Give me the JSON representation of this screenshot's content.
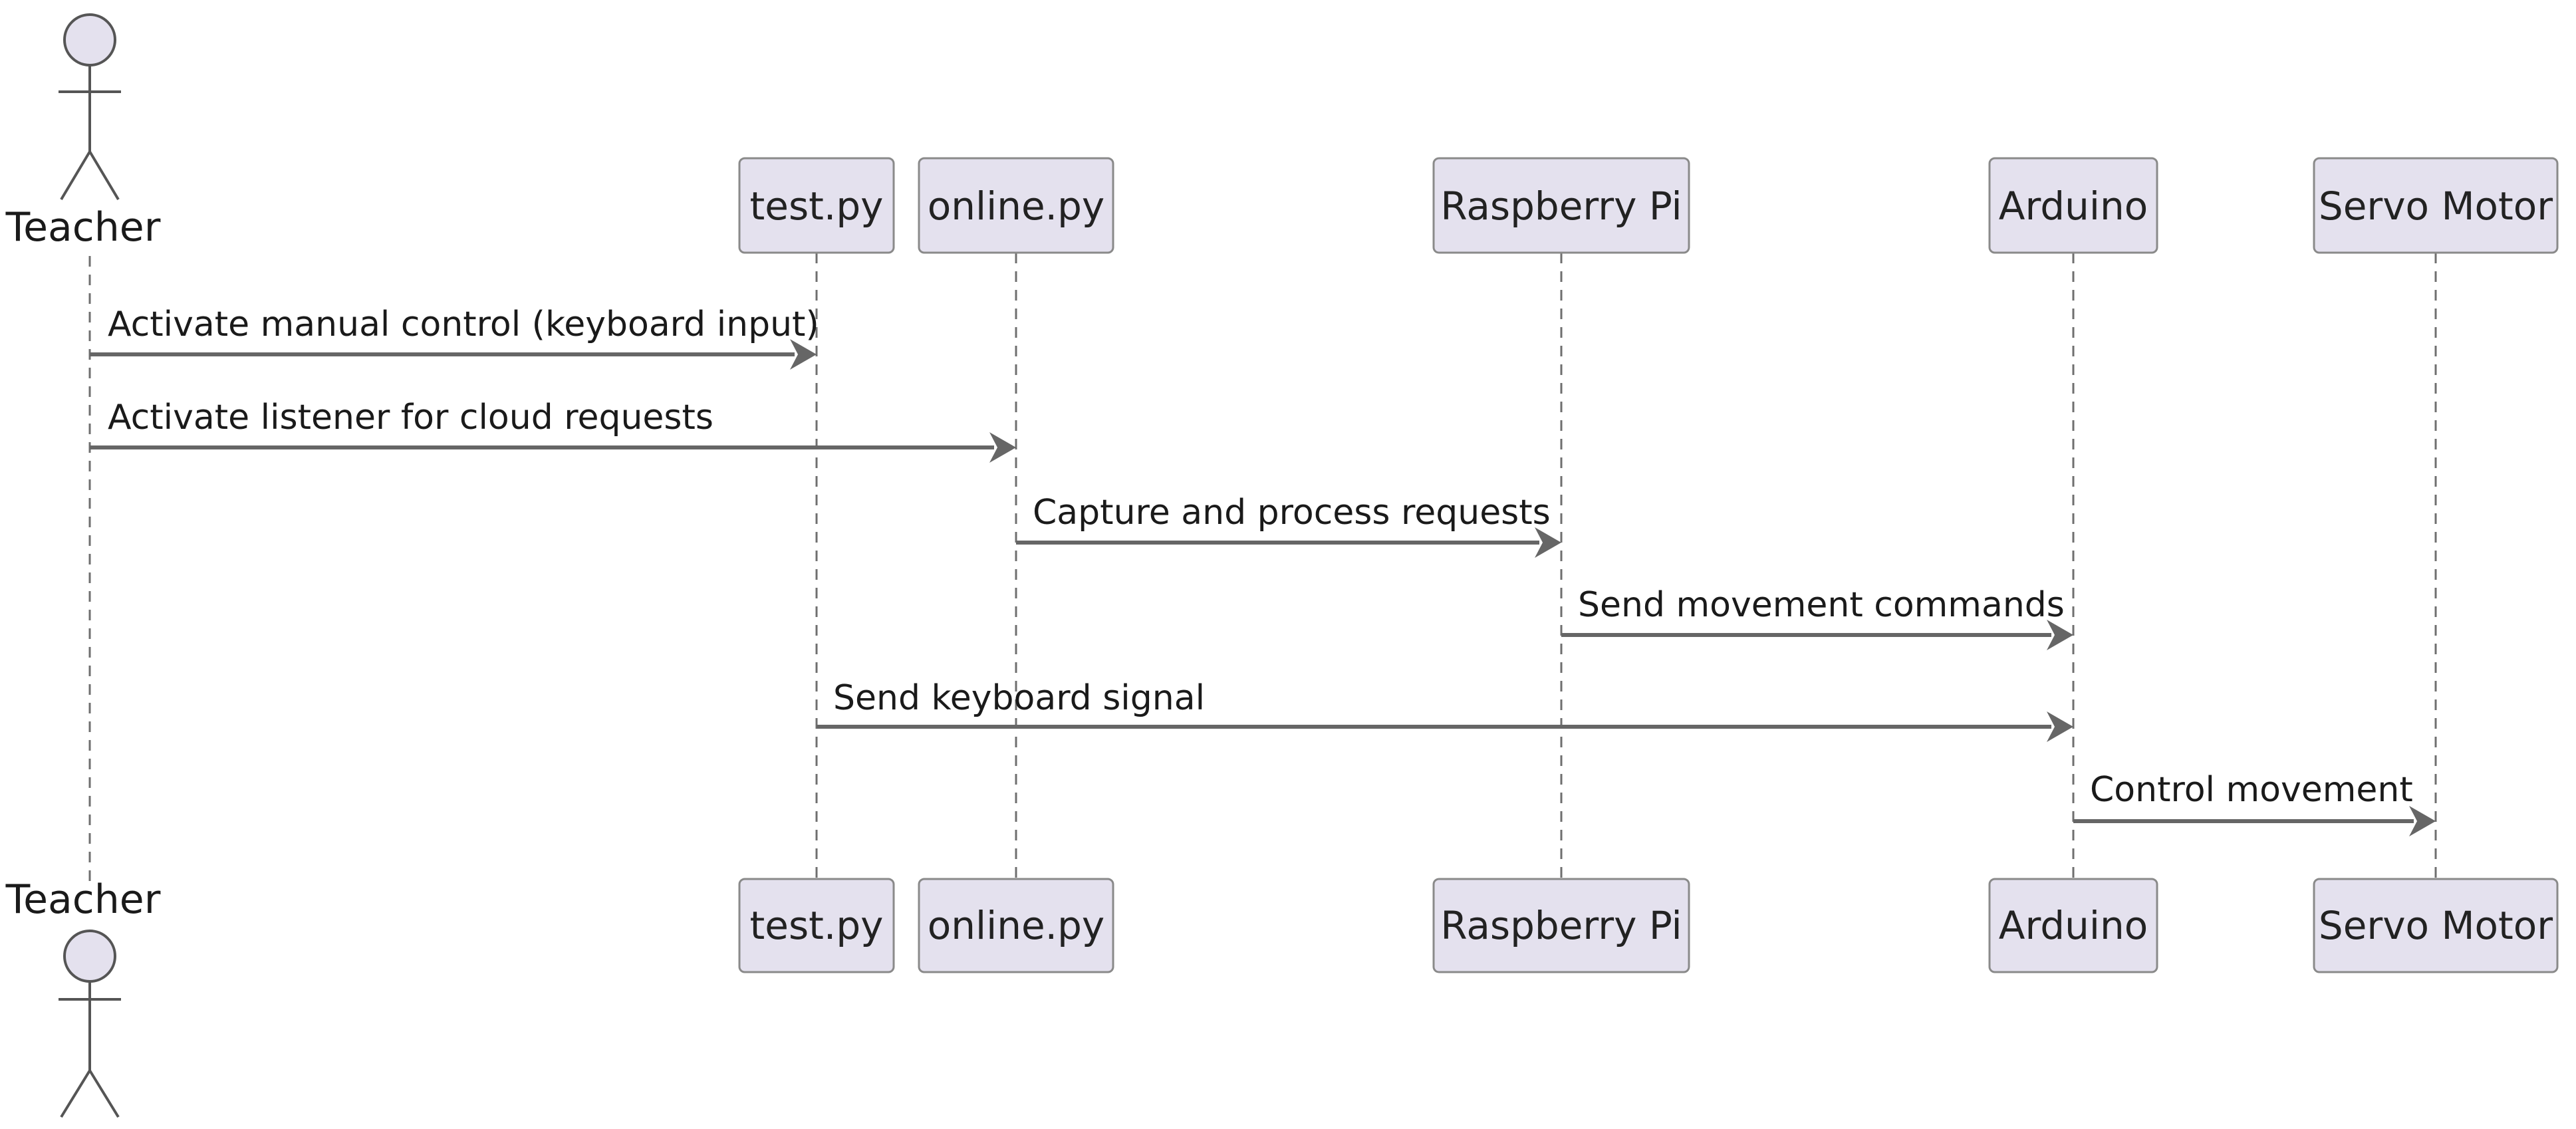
{
  "actor": {
    "name": "Teacher",
    "icon": "stick-figure-actor-icon"
  },
  "participants": [
    {
      "id": "test",
      "label": "test.py"
    },
    {
      "id": "online",
      "label": "online.py"
    },
    {
      "id": "rpi",
      "label": "Raspberry Pi"
    },
    {
      "id": "arduino",
      "label": "Arduino"
    },
    {
      "id": "servo",
      "label": "Servo Motor"
    }
  ],
  "messages": [
    {
      "from": "teacher",
      "to": "test",
      "label": "Activate manual control (keyboard input)"
    },
    {
      "from": "teacher",
      "to": "online",
      "label": "Activate listener for cloud requests"
    },
    {
      "from": "online",
      "to": "rpi",
      "label": "Capture and process requests"
    },
    {
      "from": "rpi",
      "to": "arduino",
      "label": "Send movement commands"
    },
    {
      "from": "test",
      "to": "arduino",
      "label": "Send keyboard signal"
    },
    {
      "from": "arduino",
      "to": "servo",
      "label": "Control movement"
    }
  ],
  "colors": {
    "participant_fill": "#e4e1ee",
    "participant_border": "#8a8a8a",
    "arrow": "#666666",
    "lifeline": "#6f6f6f"
  }
}
